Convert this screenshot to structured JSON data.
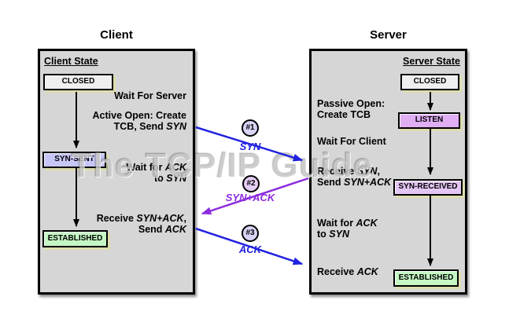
{
  "watermark": "The TCP/IP Guide",
  "client": {
    "title": "Client",
    "state_header": "Client State",
    "states": [
      {
        "label": "CLOSED",
        "bg": "#efefef"
      },
      {
        "label": "SYN-SENT",
        "bg": "#c6c6f7"
      },
      {
        "label": "ESTABLISHED",
        "bg": "#c5f7c5"
      }
    ],
    "annotations": {
      "wait_for_server": [
        {
          "t": "Wait For Server"
        }
      ],
      "active_open": [
        {
          "t": "Active Open: Create\nTCB, Send "
        },
        {
          "t": "SYN",
          "i": true
        }
      ],
      "wait_for_ack": [
        {
          "t": "Wait for "
        },
        {
          "t": "ACK",
          "i": true
        },
        {
          "t": "\nto "
        },
        {
          "t": "SYN",
          "i": true
        }
      ],
      "receive_synack": [
        {
          "t": "Receive "
        },
        {
          "t": "SYN+ACK",
          "i": true
        },
        {
          "t": ",\nSend "
        },
        {
          "t": "ACK",
          "i": true
        }
      ]
    }
  },
  "server": {
    "title": "Server",
    "state_header": "Server State",
    "states": [
      {
        "label": "CLOSED",
        "bg": "#efefef"
      },
      {
        "label": "LISTEN",
        "bg": "#dfaef3"
      },
      {
        "label": "SYN-RECEIVED",
        "bg": "#e3c6f3"
      },
      {
        "label": "ESTABLISHED",
        "bg": "#c5f7c5"
      }
    ],
    "annotations": {
      "passive_open": [
        {
          "t": "Passive Open:\nCreate TCB"
        }
      ],
      "wait_for_client": [
        {
          "t": "Wait For Client"
        }
      ],
      "receive_syn": [
        {
          "t": "Receive "
        },
        {
          "t": "SYN",
          "i": true
        },
        {
          "t": ",\nSend "
        },
        {
          "t": "SYN+ACK",
          "i": true
        }
      ],
      "wait_for_ack": [
        {
          "t": "Wait for "
        },
        {
          "t": "ACK",
          "i": true
        },
        {
          "t": "\nto "
        },
        {
          "t": "SYN",
          "i": true
        }
      ],
      "receive_ack": [
        {
          "t": "Receive "
        },
        {
          "t": "ACK",
          "i": true
        }
      ]
    }
  },
  "messages": [
    {
      "num": "#1",
      "label": "SYN",
      "color": "#2121e0",
      "circle_bg": "#d9d3f5"
    },
    {
      "num": "#2",
      "label": "SYN+ACK",
      "color": "#8c2bdf",
      "circle_bg": "#e4cdf3"
    },
    {
      "num": "#3",
      "label": "ACK",
      "color": "#2121e0",
      "circle_bg": "#d9d3f5"
    }
  ],
  "colors": {
    "panel_bg": "#d6d6d6",
    "arrow_black": "#000000"
  }
}
